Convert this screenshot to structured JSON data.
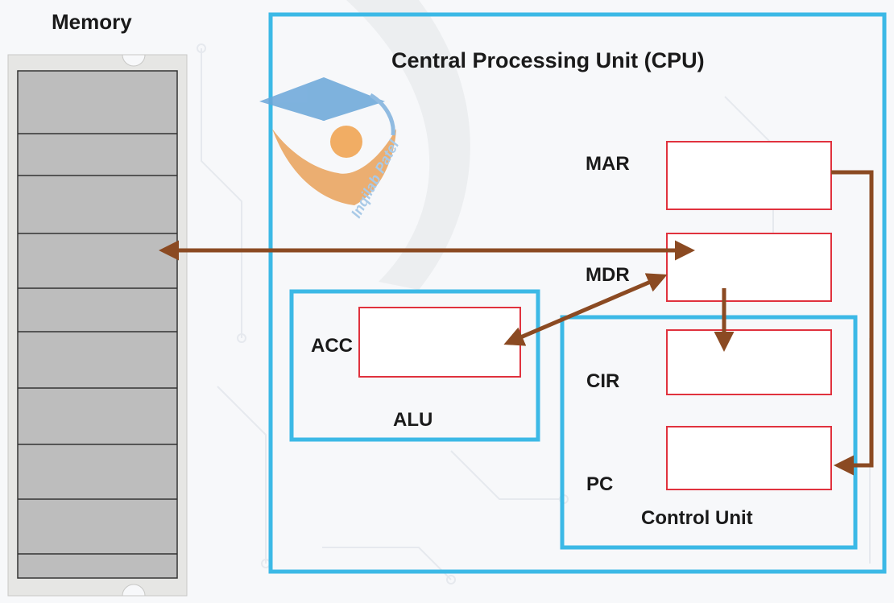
{
  "memory": {
    "label": "Memory"
  },
  "cpu": {
    "label": "Central Processing Unit (CPU)"
  },
  "registers": {
    "mar": "MAR",
    "mdr": "MDR",
    "acc": "ACC",
    "cir": "CIR",
    "pc": "PC"
  },
  "units": {
    "alu": "ALU",
    "control_unit": "Control Unit"
  },
  "watermark": {
    "text": "Inqilab Patel"
  },
  "colors": {
    "cpu_border": "#3cb9e6",
    "register_border": "#e0323e",
    "arrow": "#8b4a22",
    "memory_fill": "#bdbdbd"
  }
}
